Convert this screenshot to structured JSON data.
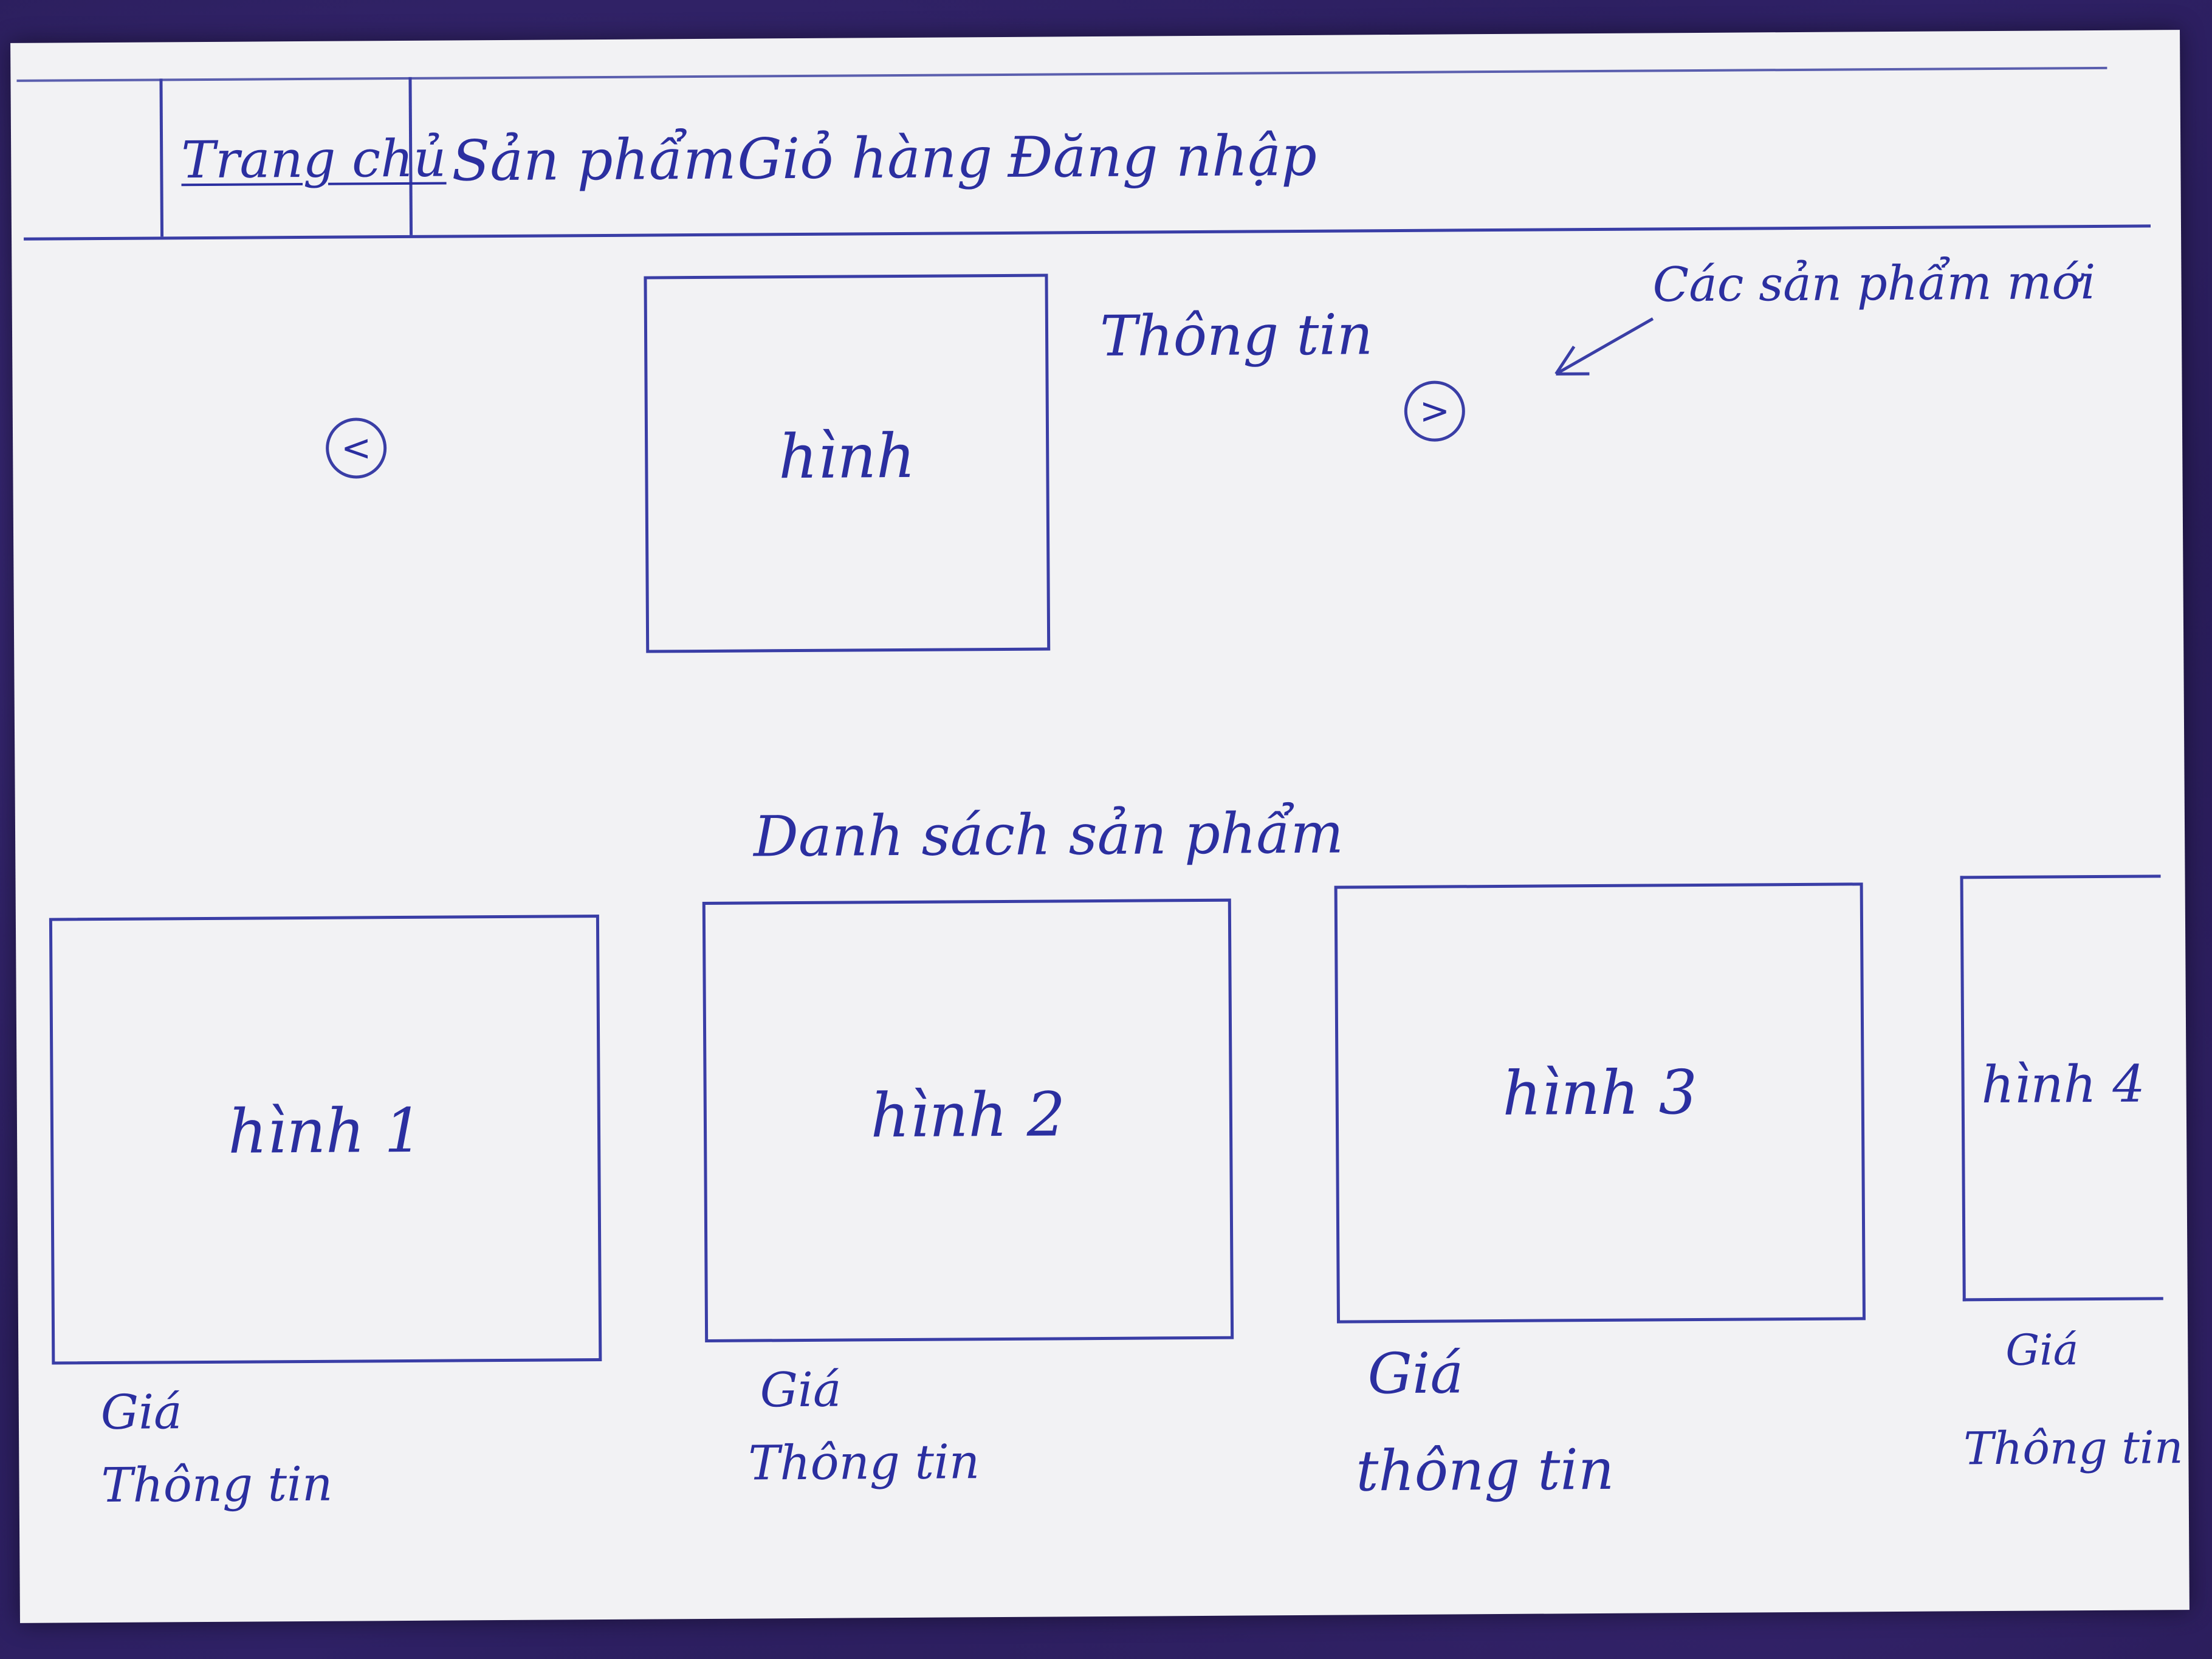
{
  "nav": {
    "items": [
      {
        "label": "Trang chủ",
        "active": true
      },
      {
        "label": "Sản phẩm",
        "active": false
      },
      {
        "label": "Giỏ hàng",
        "active": false
      },
      {
        "label": "Đăng nhập",
        "active": false
      }
    ]
  },
  "featured": {
    "image_label": "hình",
    "info_label": "Thông tin",
    "prev_icon": "chevron-left-icon",
    "next_icon": "chevron-right-icon",
    "annotation": "Các sản phẩm mới"
  },
  "product_list": {
    "title": "Danh sách sản phẩm",
    "products": [
      {
        "image_label": "hình 1",
        "price_label": "Giá",
        "info_label": "Thông tin"
      },
      {
        "image_label": "hình 2",
        "price_label": "Giá",
        "info_label": "Thông tin"
      },
      {
        "image_label": "hình 3",
        "price_label": "Giá",
        "info_label": "thông tin"
      },
      {
        "image_label": "hình 4",
        "price_label": "Giá",
        "info_label": "Thông tin"
      }
    ]
  },
  "colors": {
    "ink": "#2b2fa0",
    "paper": "#f2f2f4",
    "background": "#2a1d5a"
  }
}
